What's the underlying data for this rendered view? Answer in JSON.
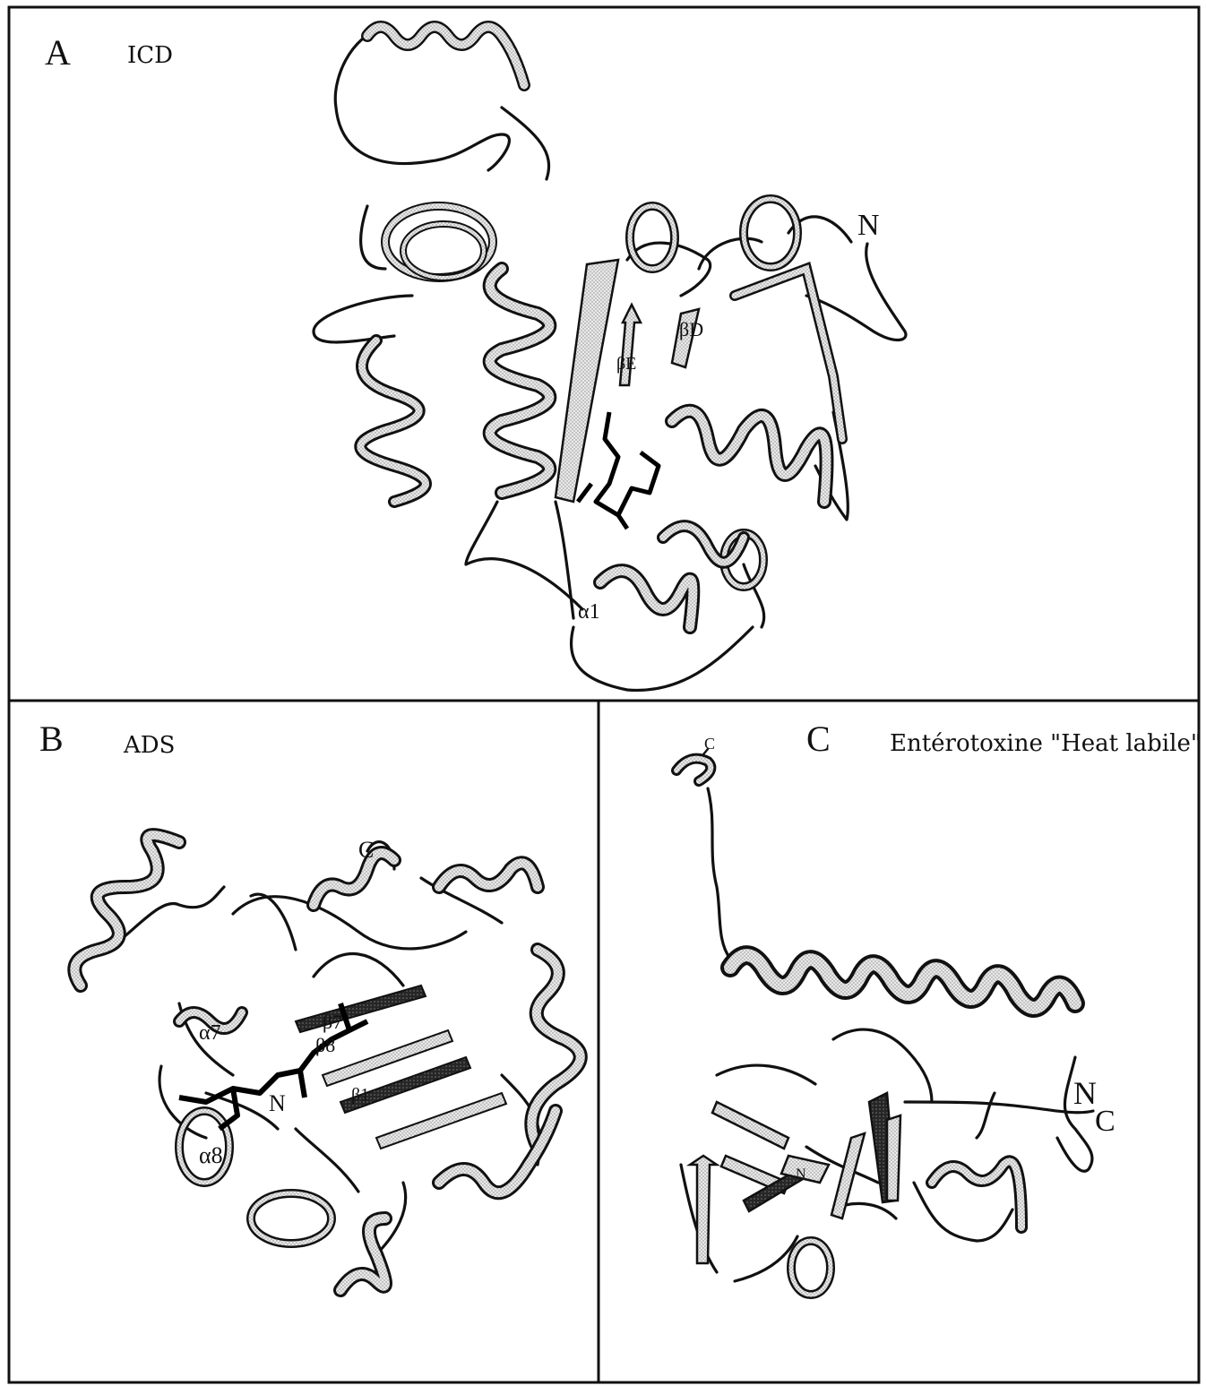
{
  "panels": [
    {
      "letter": "A",
      "title": "ICD",
      "annotations": [
        "N",
        "βE",
        "βD",
        "α1"
      ]
    },
    {
      "letter": "B",
      "title": "ADS",
      "annotations": [
        "C",
        "N",
        "α7",
        "β7",
        "β8",
        "β1",
        "α8"
      ]
    },
    {
      "letter": "C",
      "title": "Entérotoxine \"Heat labile\"",
      "annotations": [
        "C",
        "N",
        "C",
        "N"
      ]
    }
  ],
  "colors": {
    "ink": "#111111",
    "ribbon_light": "#e6e6e6",
    "ribbon_dark": "#1a1a1a",
    "background": "#ffffff"
  }
}
